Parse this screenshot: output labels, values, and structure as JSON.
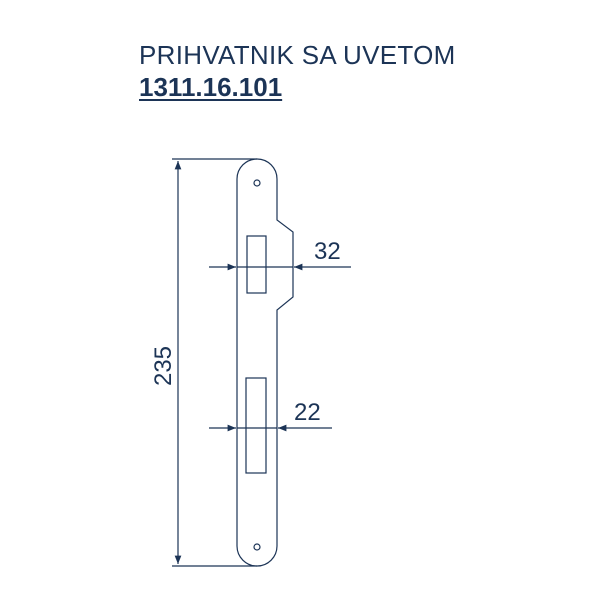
{
  "header": {
    "title": "PRIHVATNIK SA UVETOM",
    "code": "1311.16.101"
  },
  "drawing": {
    "dimensions": {
      "total_height": "235",
      "upper_width": "32",
      "lower_width": "22"
    },
    "line_color": "#1c3456"
  }
}
